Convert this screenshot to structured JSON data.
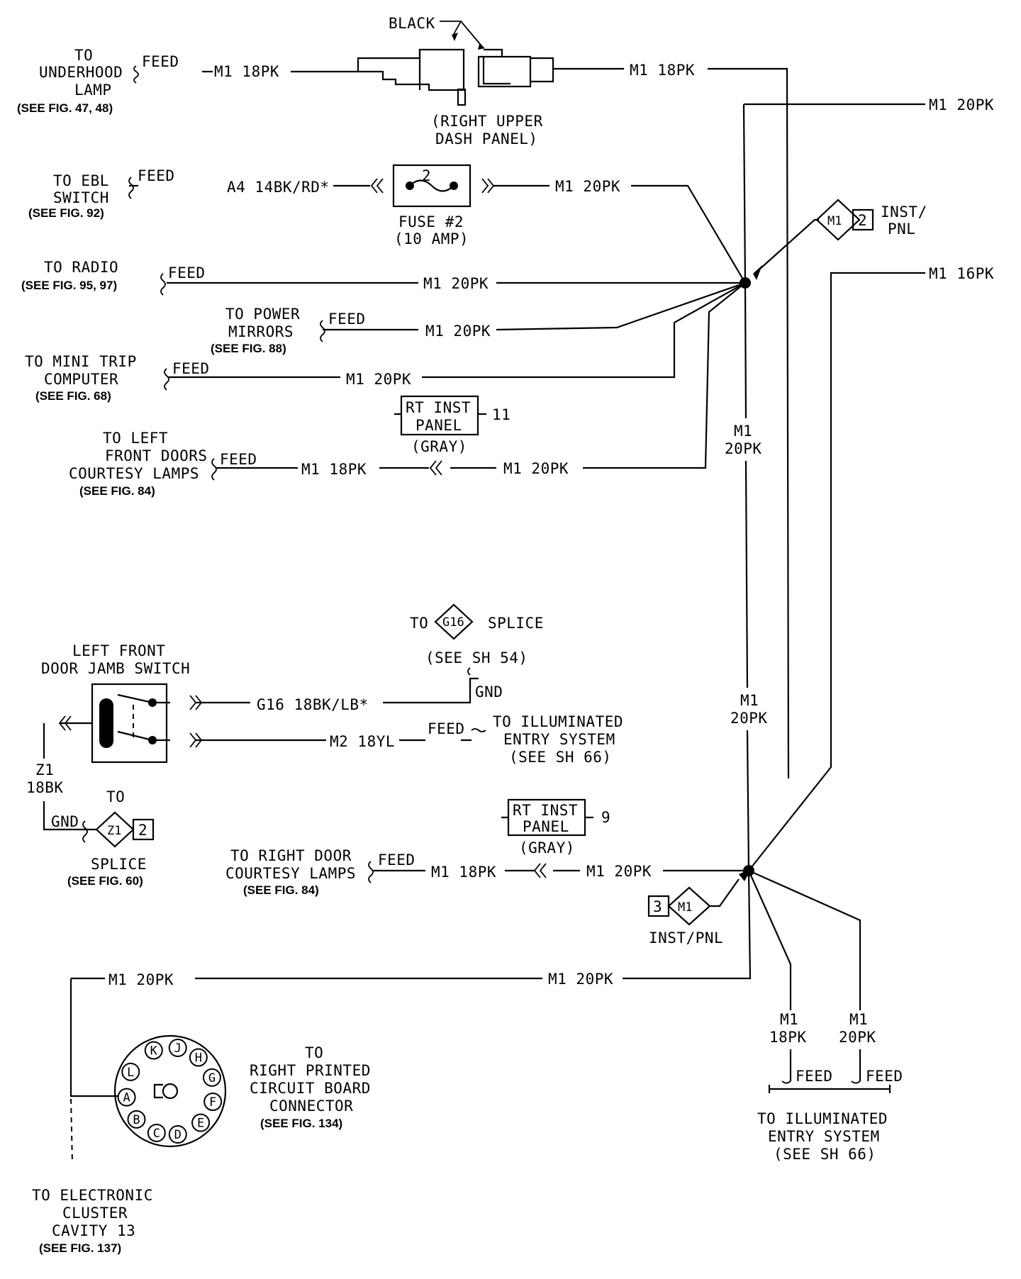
{
  "labels": {
    "black": "BLACK",
    "to1": "TO",
    "underhood": "UNDERHOOD",
    "lamp": "LAMP",
    "see_fig_47_48": "(SEE FIG. 47, 48)",
    "feed_a": "FEED",
    "m1_18pk_a": "M1 18PK",
    "m1_18pk_b": "M1 18PK",
    "right_upper": "(RIGHT UPPER",
    "dash_panel": "DASH PANEL)",
    "m1_20pk_top": "M1 20PK",
    "to_ebl": "TO EBL",
    "switch": "SWITCH",
    "see_fig_92": "(SEE FIG. 92)",
    "feed_b": "FEED",
    "a4": "A4 14BK/RD*",
    "fuse_num": "2",
    "m1_20pk_fuse": "M1 20PK",
    "fuse2": "FUSE #2",
    "amp10": "(10 AMP)",
    "inst_pnl1": "INST/",
    "pnl": "PNL",
    "m1_diamond": "M1",
    "two": "2",
    "to_radio": "TO RADIO",
    "see_fig_95": "(SEE FIG. 95, 97)",
    "feed_c": "FEED",
    "m1_20pk_radio": "M1 20PK",
    "m1_16pk": "M1 16PK",
    "to_power": "TO POWER",
    "mirrors": "MIRRORS",
    "see_fig_88": "(SEE FIG. 88)",
    "feed_d": "FEED",
    "m1_20pk_mirror": "M1 20PK",
    "to_mini": "TO MINI TRIP",
    "computer": "COMPUTER",
    "see_fig_68": "(SEE FIG. 68)",
    "feed_e": "FEED",
    "m1_20pk_mini": "M1 20PK",
    "rt_inst": "RT INST",
    "panel": "PANEL",
    "gray": "(GRAY)",
    "eleven": "11",
    "m1_v1": "M1",
    "pk20_v1": "20PK",
    "to_left": "TO LEFT",
    "front_doors": "FRONT DOORS",
    "courtesy_lamps": "COURTESY LAMPS",
    "see_fig_84a": "(SEE FIG. 84)",
    "feed_f": "FEED",
    "m1_18pk_c": "M1 18PK",
    "m1_20pk_c": "M1 20PK",
    "to_g16": "TO",
    "g16": "G16",
    "splice": "SPLICE",
    "see_sh54": "(SEE SH 54)",
    "left_front": "LEFT FRONT",
    "door_jamb": "DOOR JAMB SWITCH",
    "g16_wire": "G16 18BK/LB*",
    "gnd_a": "GND",
    "m2": "M2 18YL",
    "feed_g": "FEED",
    "to_ill_a": "TO ILLUMINATED",
    "entry_a": "ENTRY SYSTEM",
    "see_sh66a": "(SEE SH 66)",
    "m1_v2": "M1",
    "pk20_v2": "20PK",
    "z1": "Z1",
    "bk18": "18BK",
    "to_z": "TO",
    "gnd_b": "GND",
    "z1_d": "Z1",
    "two_b": "2",
    "splice_b": "SPLICE",
    "see_fig_60": "(SEE FIG. 60)",
    "rt_inst_b": "RT INST",
    "panel_b": "PANEL",
    "gray_b": "(GRAY)",
    "nine": "9",
    "to_right_door": "TO RIGHT DOOR",
    "courtesy_lamps_b": "COURTESY LAMPS",
    "see_fig_84b": "(SEE FIG. 84)",
    "feed_h": "FEED",
    "m1_18pk_d": "M1 18PK",
    "m1_20pk_d": "M1 20PK",
    "three": "3",
    "m1_d3": "M1",
    "inst_pnl_b": "INST/PNL",
    "m1_20pk_e": "M1 20PK",
    "m1_20pk_f": "M1 20PK",
    "m1_a": "M1",
    "pk18_a": "18PK",
    "m1_b": "M1",
    "pk20_b": "20PK",
    "feed_i": "FEED",
    "feed_j": "FEED",
    "to_ill_b": "TO ILLUMINATED",
    "entry_b": "ENTRY SYSTEM",
    "see_sh66b": "(SEE SH 66)",
    "to_c": "TO",
    "right_printed": "RIGHT PRINTED",
    "circuit_board": "CIRCUIT BOARD",
    "connector": "CONNECTOR",
    "see_fig_134": "(SEE FIG. 134)",
    "to_electronic": "TO ELECTRONIC",
    "cluster": "CLUSTER",
    "cavity13": "CAVITY 13",
    "see_fig_137": "(SEE FIG. 137)"
  },
  "pins": [
    "K",
    "J",
    "H",
    "G",
    "F",
    "E",
    "D",
    "C",
    "B",
    "A",
    "L"
  ]
}
